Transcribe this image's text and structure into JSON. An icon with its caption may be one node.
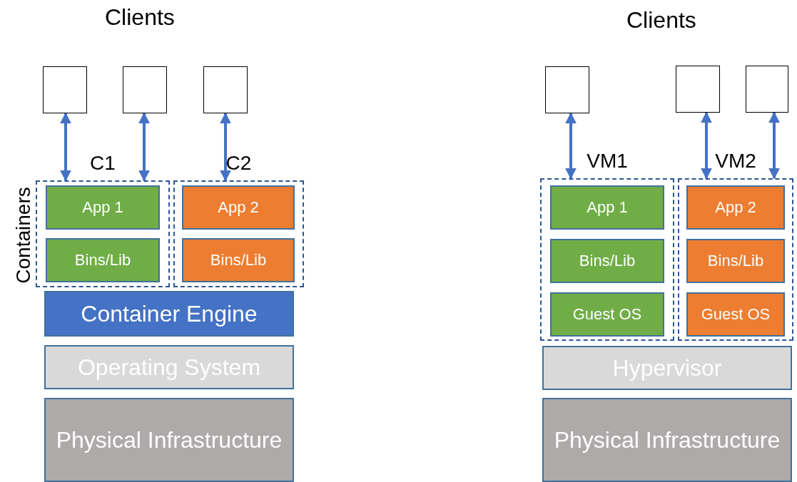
{
  "diagram": {
    "nodes": [
      {
        "text": [],
        "shape": "box"
      },
      {
        "text": [],
        "shape": "box"
      },
      {
        "text": [],
        "shape": "box"
      },
      {
        "text": [
          "C1"
        ]
      },
      {
        "text": [
          "App 1"
        ],
        "in": 3
      },
      {
        "text": [
          "Bins/Lib"
        ],
        "in": 3
      },
      {
        "text": [
          "C2"
        ]
      },
      {
        "text": [
          "App 2"
        ],
        "in": 6
      },
      {
        "text": [
          "Bins/Lib"
        ],
        "in": 6
      },
      {
        "text": [
          "Container Engine"
        ]
      },
      {
        "text": [
          "Operating System"
        ]
      },
      {
        "text": [
          "Physical Infrastructure"
        ]
      },
      {
        "text": [],
        "shape": "box"
      },
      {
        "text": [],
        "shape": "box"
      },
      {
        "text": [],
        "shape": "box"
      },
      {
        "text": [
          "VM1"
        ]
      },
      {
        "text": [
          "App 1"
        ],
        "in": 15
      },
      {
        "text": [
          "Bins/Lib"
        ],
        "in": 15
      },
      {
        "text": [
          "Guest OS"
        ],
        "in": 15
      },
      {
        "text": [
          "VM2"
        ]
      },
      {
        "text": [
          "App 2"
        ],
        "in": 19
      },
      {
        "text": [
          "Bins/Lib"
        ],
        "in": 19
      },
      {
        "text": [
          "Guest OS"
        ],
        "in": 19
      },
      {
        "text": [
          "Hypervisor"
        ]
      },
      {
        "text": [
          "Physical Infrastructure"
        ]
      }
    ],
    "edges": [
      {
        "from": 0,
        "to": 3,
        "arrow": "both"
      },
      {
        "from": 1,
        "to": 3,
        "arrow": "both"
      },
      {
        "from": 2,
        "to": 6,
        "arrow": "both"
      },
      {
        "from": 12,
        "to": 15,
        "arrow": "both"
      },
      {
        "from": 13,
        "to": 19,
        "arrow": "both"
      },
      {
        "from": 14,
        "to": 19,
        "arrow": "both"
      }
    ],
    "labels": [
      "Clients",
      "Clients",
      "Containers"
    ]
  }
}
